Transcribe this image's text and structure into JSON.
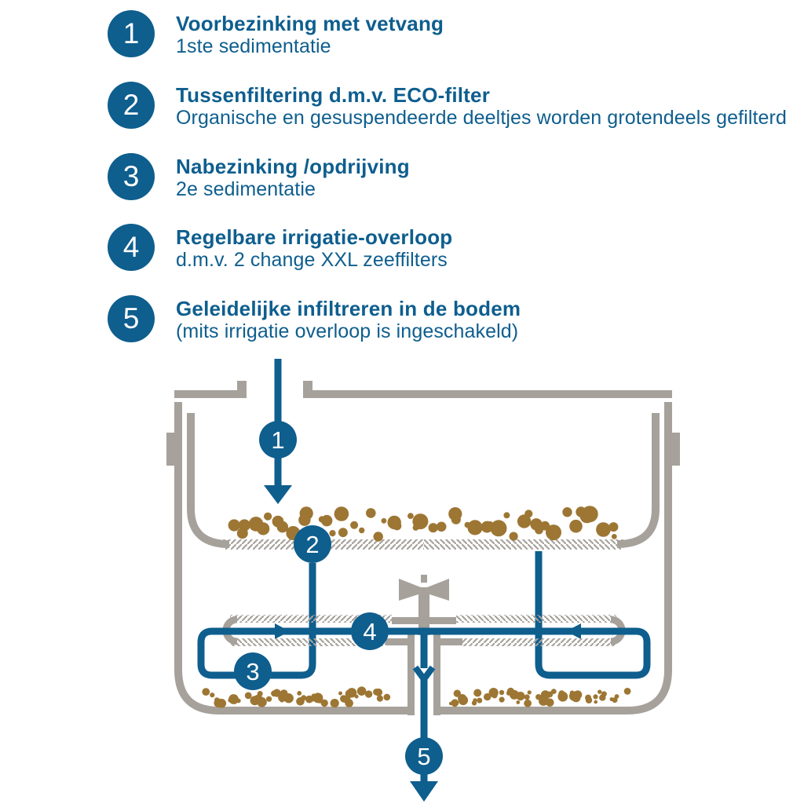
{
  "colors": {
    "blue": "#0e5e8e",
    "gray": "#a6a19b",
    "brown": "#9d7634"
  },
  "steps": [
    {
      "num": "1",
      "title": "Voorbezinking met vetvang",
      "subtitle": "1ste sedimentatie"
    },
    {
      "num": "2",
      "title": "Tussenfiltering d.m.v. ECO-filter",
      "subtitle": "Organische en gesuspendeerde deeltjes worden grotendeels gefilterd"
    },
    {
      "num": "3",
      "title": "Nabezinking /opdrijving",
      "subtitle": "2e sedimentatie"
    },
    {
      "num": "4",
      "title": "Regelbare irrigatie-overloop",
      "subtitle": "d.m.v. 2 change XXL zeeffilters"
    },
    {
      "num": "5",
      "title": "Geleidelijke infiltreren in de bodem",
      "subtitle": "(mits irrigatie overloop is ingeschakeld)"
    }
  ],
  "diagram": {
    "flow_markers": [
      "1",
      "2",
      "3",
      "4",
      "5"
    ]
  }
}
